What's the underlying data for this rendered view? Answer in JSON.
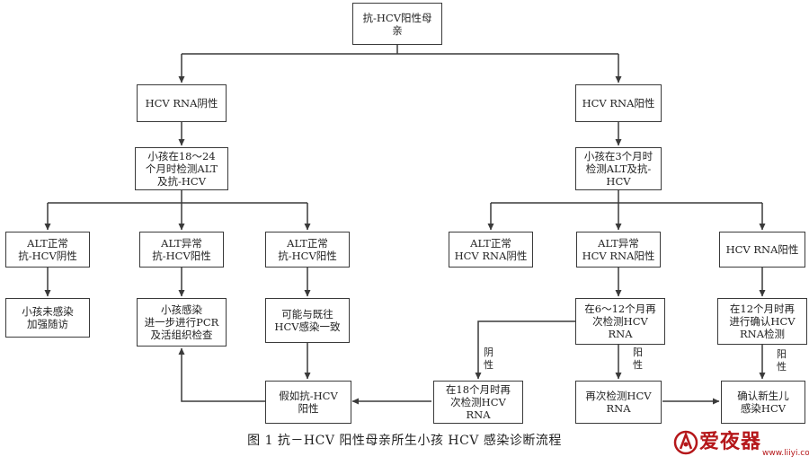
{
  "nodes": {
    "root": "抗-HCV阳性母\n亲",
    "rna_neg": "HCV  RNA阴性",
    "rna_pos": "HCV  RNA阳性",
    "check_18_24": "小孩在18～24\n个月时检测ALT\n及抗-HCV",
    "check_3m": "小孩在3个月时\n检测ALT及抗-\nHCV",
    "l_alt_normal_neg": "ALT正常\n抗-HCV阴性",
    "l_alt_abn_pos": "ALT异常\n抗-HCV阳性",
    "l_alt_normal_pos": "ALT正常\n抗-HCV阳性",
    "r_alt_normal": "ALT正常\nHCV  RNA阴性",
    "r_alt_abn": "ALT异常\nHCV  RNA阳性",
    "r_rna_pos": "HCV  RNA阳性",
    "not_infected": "小孩未感染\n加强随访",
    "pcr": "小孩感染\n进一步进行PCR\n及活组织检查",
    "past_infection": "可能与既往\nHCV感染一致",
    "if_pos": "假如抗-HCV\n阳性",
    "recheck_6_12": "在6～12个月再\n次检测HCV  RNA",
    "recheck_18": "在18个月时再\n次检测HCV  RNA",
    "recheck_rna": "再次检测HCV\nRNA",
    "confirm_12": "在12个月时再\n进行确认HCV\nRNA检测",
    "confirm_infected": "确认新生儿\n感染HCV"
  },
  "edge_labels": {
    "neg": "阴\n性",
    "pos1": "阳\n性",
    "pos2": "阳\n性"
  },
  "caption": "图 1    抗－HCV 阳性母亲所生小孩 HCV 感染诊断流程",
  "watermark": {
    "text": "爱夜器",
    "sub": "www.liiyi.com",
    "color": "#b5171a"
  }
}
